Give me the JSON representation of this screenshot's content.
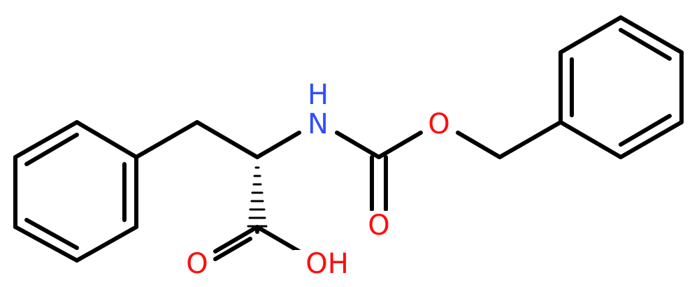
{
  "colors": {
    "bond": "#000000",
    "oxygen": "#ff0d0d",
    "nitrogen": "#3050f8",
    "background": "#ffffff"
  },
  "atoms": {
    "n_label": "N",
    "h_label": "H",
    "ester_oxygen": "O",
    "carbonyl_oxygen": "O",
    "acid_carbonyl_oxygen": "O",
    "acid_hydroxyl": "OH"
  }
}
